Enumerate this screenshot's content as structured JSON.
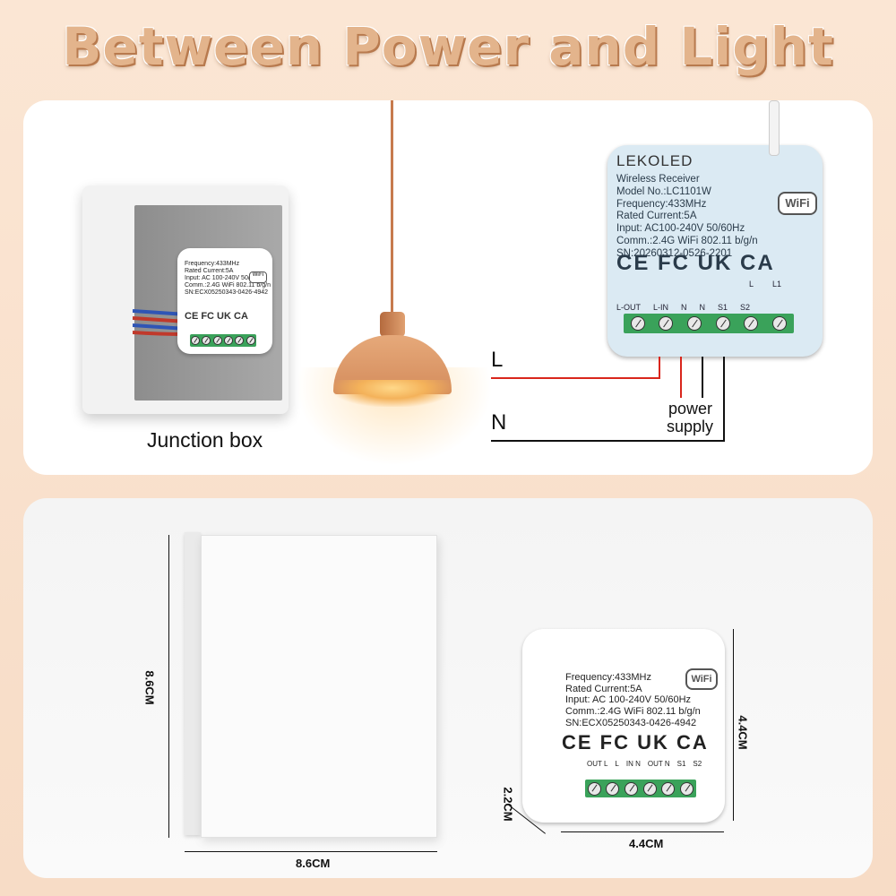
{
  "title": "Between Power and Light",
  "junction_box": {
    "label": "Junction box",
    "module_specs": [
      "Frequency:433MHz",
      "Rated Current:5A",
      "Input: AC 100-240V 50/60Hz",
      "Comm.:2.4G WiFi 802.11 b/g/n",
      "SN:ECX05250343-0426-4942"
    ],
    "certs": "CE FC UK CA",
    "wifi": "WiFi"
  },
  "receiver": {
    "brand": "LEKOLED",
    "specs": [
      "Wireless Receiver",
      "Model No.:LC1101W",
      "Frequency:433MHz",
      "Rated Current:5A",
      "Input: AC100-240V 50/60Hz",
      "Comm.:2.4G WiFi 802.11 b/g/n",
      "SN:20260312-0526-2201"
    ],
    "wifi": "WiFi",
    "certs": "CE FC UK CA",
    "terminals": [
      "L-OUT",
      "L-IN",
      "N",
      "N",
      "S1",
      "S2"
    ],
    "l1_label": "L1",
    "l_label": "L"
  },
  "wiring": {
    "l_label": "L",
    "n_label": "N",
    "power_label_1": "power",
    "power_label_2": "supply",
    "colors": {
      "live": "#d9261c",
      "neutral": "#111111"
    }
  },
  "switch_panel": {
    "height_dim": "8.6CM",
    "width_dim": "8.6CM"
  },
  "module_large": {
    "specs": [
      "Frequency:433MHz",
      "Rated Current:5A",
      "Input: AC 100-240V 50/60Hz",
      "Comm.:2.4G WiFi 802.11 b/g/n",
      "SN:ECX05250343-0426-4942"
    ],
    "wifi": "WiFi",
    "certs": "CE FC UK CA",
    "terminal_labels": [
      "OUT L",
      "L",
      "IN N",
      "OUT N",
      "S1",
      "S2"
    ],
    "height_dim": "4.4CM",
    "width_dim": "4.4CM",
    "depth_dim": "2.2CM"
  }
}
